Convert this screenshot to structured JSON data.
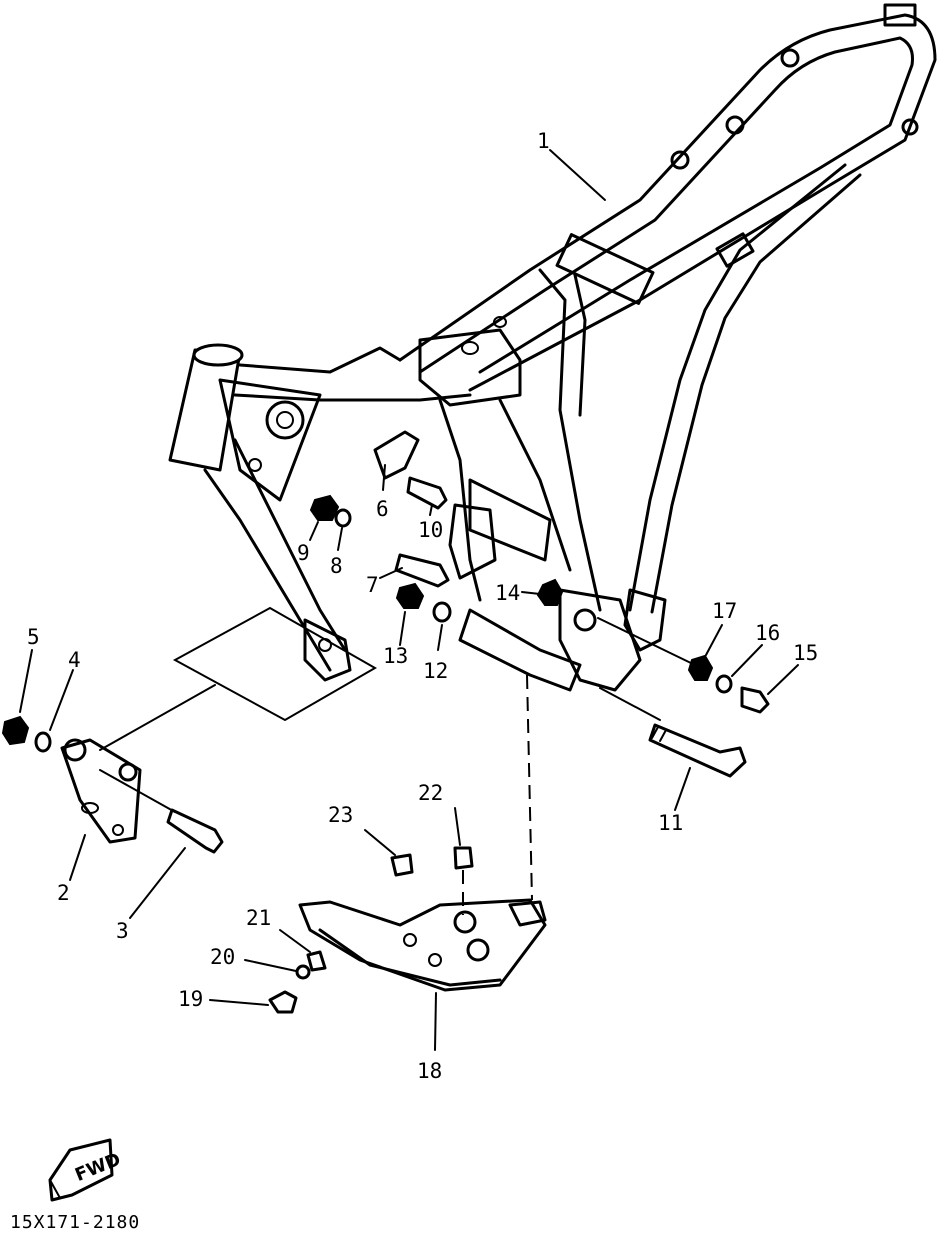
{
  "diagram": {
    "callouts": [
      {
        "id": "c1",
        "text": "1"
      },
      {
        "id": "c2",
        "text": "2"
      },
      {
        "id": "c3",
        "text": "3"
      },
      {
        "id": "c4",
        "text": "4"
      },
      {
        "id": "c5",
        "text": "5"
      },
      {
        "id": "c6",
        "text": "6"
      },
      {
        "id": "c7",
        "text": "7"
      },
      {
        "id": "c8",
        "text": "8"
      },
      {
        "id": "c9",
        "text": "9"
      },
      {
        "id": "c10",
        "text": "10"
      },
      {
        "id": "c11",
        "text": "11"
      },
      {
        "id": "c12",
        "text": "12"
      },
      {
        "id": "c13",
        "text": "13"
      },
      {
        "id": "c14",
        "text": "14"
      },
      {
        "id": "c15",
        "text": "15"
      },
      {
        "id": "c16",
        "text": "16"
      },
      {
        "id": "c17",
        "text": "17"
      },
      {
        "id": "c18",
        "text": "18"
      },
      {
        "id": "c19",
        "text": "19"
      },
      {
        "id": "c20",
        "text": "20"
      },
      {
        "id": "c21",
        "text": "21"
      },
      {
        "id": "c22",
        "text": "22"
      },
      {
        "id": "c23",
        "text": "23"
      }
    ],
    "fwd_label": "FWD",
    "figure_code": "15X171-2180"
  }
}
